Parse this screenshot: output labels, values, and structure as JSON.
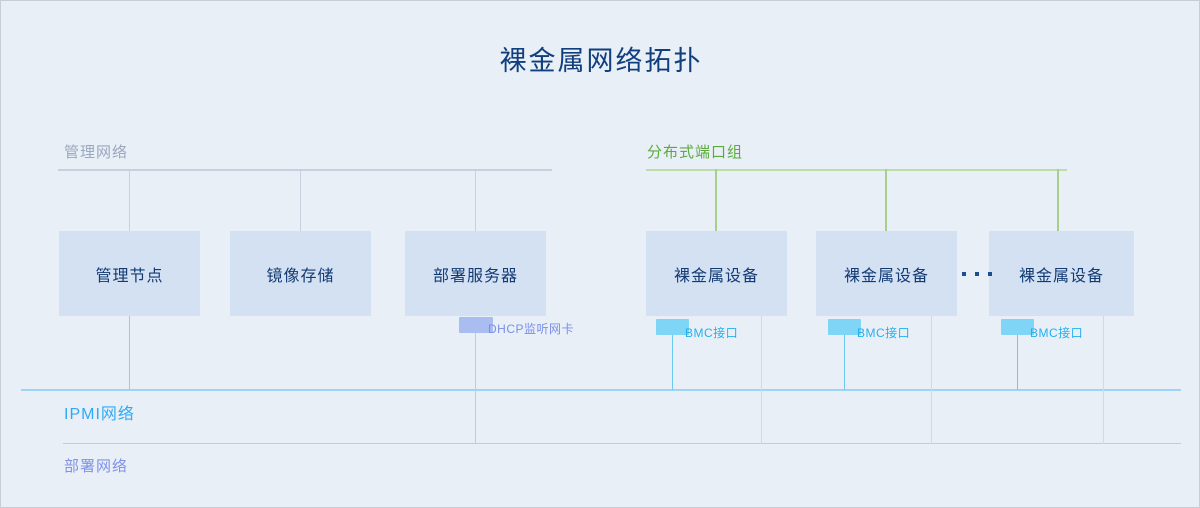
{
  "diagram": {
    "title": "裸金属网络拓扑",
    "background_color": "#e9eff7",
    "zones": [
      {
        "id": "management-network",
        "label": "管理网络",
        "color": "#9aa7bd"
      },
      {
        "id": "distributed-port-group",
        "label": "分布式端口组",
        "color": "#5caa3c"
      },
      {
        "id": "ipmi-network",
        "label": "IPMI网络",
        "color": "#2eaaf5"
      },
      {
        "id": "deployment-network",
        "label": "部署网络",
        "color": "#7f92ea"
      }
    ],
    "nodes": [
      {
        "id": "management-node",
        "label": "管理节点",
        "group": "management-network"
      },
      {
        "id": "image-storage",
        "label": "镜像存储",
        "group": "management-network"
      },
      {
        "id": "deployment-server",
        "label": "部署服务器",
        "group": "management-network"
      },
      {
        "id": "bare-metal-1",
        "label": "裸金属设备",
        "group": "distributed-port-group"
      },
      {
        "id": "bare-metal-2",
        "label": "裸金属设备",
        "group": "distributed-port-group"
      },
      {
        "id": "bare-metal-n",
        "label": "裸金属设备",
        "group": "distributed-port-group"
      }
    ],
    "interfaces": [
      {
        "id": "dhcp-nic",
        "label": "DHCP监听网卡",
        "color": "#aabdf0",
        "attached_to": "deployment-server"
      },
      {
        "id": "bmc-port-1",
        "label": "BMC接口",
        "color": "#7ed5f5",
        "attached_to": "bare-metal-1"
      },
      {
        "id": "bmc-port-2",
        "label": "BMC接口",
        "color": "#7ed5f5",
        "attached_to": "bare-metal-2"
      },
      {
        "id": "bmc-port-n",
        "label": "BMC接口",
        "color": "#7ed5f5",
        "attached_to": "bare-metal-n"
      }
    ],
    "ellipsis": "•••"
  }
}
